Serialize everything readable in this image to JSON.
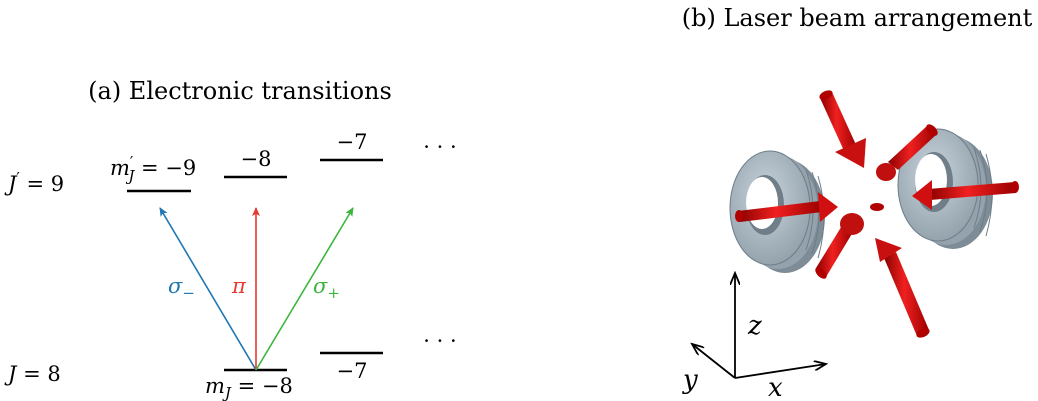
{
  "panel_a": {
    "title": "(a) Electronic transitions",
    "upper_state": {
      "J_sym": "J",
      "prime": "′",
      "eq": " = ",
      "value": "9"
    },
    "lower_state": {
      "J_sym": "J",
      "eq": " = ",
      "value": "8"
    },
    "upper_levels": {
      "first": {
        "m_sym": "m",
        "prime": "′",
        "sub": "J",
        "eq": " = ",
        "value": "−9"
      },
      "second": "−8",
      "third": "−7",
      "ellipsis": "· · ·"
    },
    "lower_levels": {
      "first": {
        "m_sym": "m",
        "sub": "J",
        "eq": " = ",
        "value": "−8"
      },
      "second": "−7",
      "ellipsis": "· · ·"
    },
    "transitions": [
      {
        "key": "sigma-minus",
        "sym": "σ",
        "sub": "−",
        "color": "#1f77b4"
      },
      {
        "key": "pi",
        "sym": "π",
        "sub": "",
        "color": "#e8392f"
      },
      {
        "key": "sigma-plus",
        "sym": "σ",
        "sub": "+",
        "color": "#3db53d"
      }
    ]
  },
  "panel_b": {
    "title": "(b) Laser beam arrangement",
    "axes": {
      "x": "x",
      "y": "y",
      "z": "z"
    },
    "colors": {
      "beam": "#e01010",
      "beam_dark": "#a00000",
      "coil": "#a9b8c2",
      "coil_dark": "#7d8c96"
    }
  }
}
